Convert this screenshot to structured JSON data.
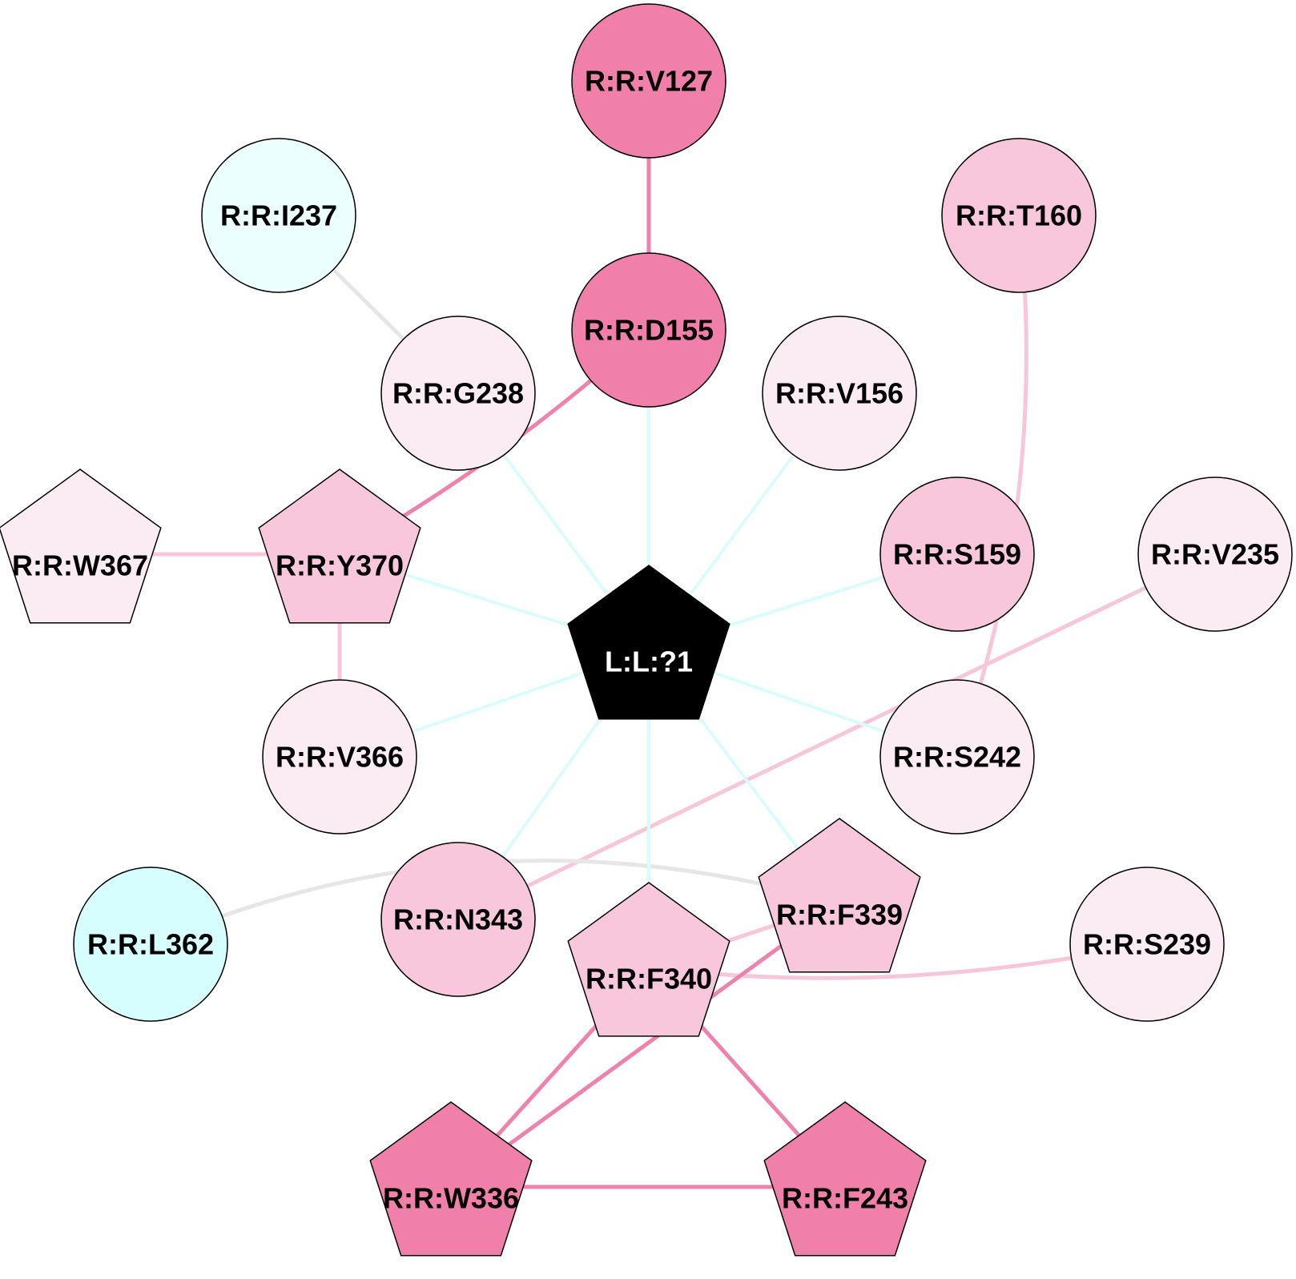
{
  "colors": {
    "strong": "#f07faa",
    "medium": "#f8c7dc",
    "light": "#fbebf2",
    "cyan": "#d6feff",
    "cyan_light": "#ebfffe",
    "ligand": "#000000",
    "edge_strong": "#ee82ad",
    "edge_medium": "#f8c6da",
    "edge_gray": "#e6e6e6",
    "edge_cyan": "#d9fcff"
  },
  "nodes": [
    {
      "id": "L1",
      "label": "L:L:?1",
      "shape": "pentagon",
      "fill": "ligand",
      "text_color": "#ffffff"
    },
    {
      "id": "V127",
      "label": "R:R:V127",
      "shape": "circle",
      "fill": "strong"
    },
    {
      "id": "D155",
      "label": "R:R:D155",
      "shape": "circle",
      "fill": "strong"
    },
    {
      "id": "I237",
      "label": "R:R:I237",
      "shape": "circle",
      "fill": "cyan_light"
    },
    {
      "id": "T160",
      "label": "R:R:T160",
      "shape": "circle",
      "fill": "medium"
    },
    {
      "id": "G238",
      "label": "R:R:G238",
      "shape": "circle",
      "fill": "light"
    },
    {
      "id": "V156",
      "label": "R:R:V156",
      "shape": "circle",
      "fill": "light"
    },
    {
      "id": "W367",
      "label": "R:R:W367",
      "shape": "pentagon",
      "fill": "light"
    },
    {
      "id": "Y370",
      "label": "R:R:Y370",
      "shape": "pentagon",
      "fill": "medium"
    },
    {
      "id": "S159",
      "label": "R:R:S159",
      "shape": "circle",
      "fill": "medium"
    },
    {
      "id": "V235",
      "label": "R:R:V235",
      "shape": "circle",
      "fill": "light"
    },
    {
      "id": "V366",
      "label": "R:R:V366",
      "shape": "circle",
      "fill": "light"
    },
    {
      "id": "S242",
      "label": "R:R:S242",
      "shape": "circle",
      "fill": "light"
    },
    {
      "id": "L362",
      "label": "R:R:L362",
      "shape": "circle",
      "fill": "cyan"
    },
    {
      "id": "N343",
      "label": "R:R:N343",
      "shape": "circle",
      "fill": "medium"
    },
    {
      "id": "F339",
      "label": "R:R:F339",
      "shape": "pentagon",
      "fill": "medium"
    },
    {
      "id": "F340",
      "label": "R:R:F340",
      "shape": "pentagon",
      "fill": "medium"
    },
    {
      "id": "S239",
      "label": "R:R:S239",
      "shape": "circle",
      "fill": "light"
    },
    {
      "id": "W336",
      "label": "R:R:W336",
      "shape": "pentagon",
      "fill": "strong"
    },
    {
      "id": "F243",
      "label": "R:R:F243",
      "shape": "pentagon",
      "fill": "strong"
    }
  ],
  "edges": [
    {
      "from": "V127",
      "to": "D155",
      "color": "edge_strong"
    },
    {
      "from": "D155",
      "to": "Y370",
      "color": "edge_strong",
      "curved": true
    },
    {
      "from": "I237",
      "to": "G238",
      "color": "edge_gray"
    },
    {
      "from": "T160",
      "to": "S242",
      "color": "edge_medium",
      "curved": true
    },
    {
      "from": "W367",
      "to": "Y370",
      "color": "edge_medium"
    },
    {
      "from": "Y370",
      "to": "V366",
      "color": "edge_medium"
    },
    {
      "from": "V235",
      "to": "N343",
      "color": "edge_medium"
    },
    {
      "from": "L362",
      "to": "F339",
      "color": "edge_gray",
      "curved": true
    },
    {
      "from": "F340",
      "to": "F339",
      "color": "edge_medium"
    },
    {
      "from": "F340",
      "to": "S239",
      "color": "edge_medium",
      "curved": true
    },
    {
      "from": "F340",
      "to": "W336",
      "color": "edge_strong"
    },
    {
      "from": "F340",
      "to": "F243",
      "color": "edge_strong"
    },
    {
      "from": "F339",
      "to": "W336",
      "color": "edge_strong"
    },
    {
      "from": "W336",
      "to": "F243",
      "color": "edge_strong"
    },
    {
      "from": "L1",
      "to": "D155",
      "color": "edge_cyan"
    },
    {
      "from": "L1",
      "to": "G238",
      "color": "edge_cyan"
    },
    {
      "from": "L1",
      "to": "V156",
      "color": "edge_cyan"
    },
    {
      "from": "L1",
      "to": "Y370",
      "color": "edge_cyan"
    },
    {
      "from": "L1",
      "to": "S159",
      "color": "edge_cyan"
    },
    {
      "from": "L1",
      "to": "V366",
      "color": "edge_cyan"
    },
    {
      "from": "L1",
      "to": "S242",
      "color": "edge_cyan"
    },
    {
      "from": "L1",
      "to": "N343",
      "color": "edge_cyan"
    },
    {
      "from": "L1",
      "to": "F339",
      "color": "edge_cyan"
    },
    {
      "from": "L1",
      "to": "F340",
      "color": "edge_cyan"
    }
  ]
}
